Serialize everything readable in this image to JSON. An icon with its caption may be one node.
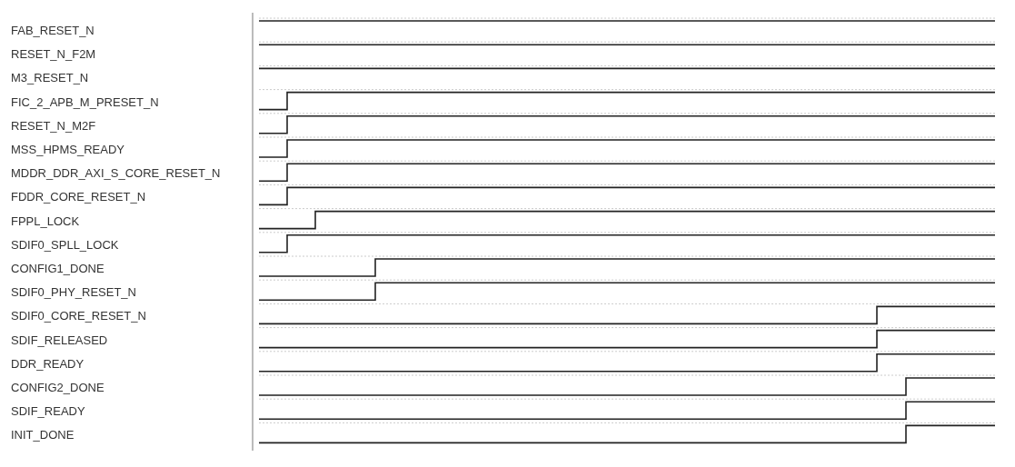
{
  "diagram": {
    "labels": [
      "FAB_RESET_N",
      "RESET_N_F2M",
      "M3_RESET_N",
      "FIC_2_APB_M_PRESET_N",
      "RESET_N_M2F",
      "MSS_HPMS_READY",
      "MDDR_DDR_AXI_S_CORE_RESET_N",
      "FDDR_CORE_RESET_N",
      "FPPL_LOCK",
      "SDIF0_SPLL_LOCK",
      "CONFIG1_DONE",
      "SDIF0_PHY_RESET_N",
      "SDIF0_CORE_RESET_N",
      "SDIF_RELEASED",
      "DDR_READY",
      "CONFIG2_DONE",
      "SDIF_READY",
      "INIT_DONE"
    ]
  }
}
